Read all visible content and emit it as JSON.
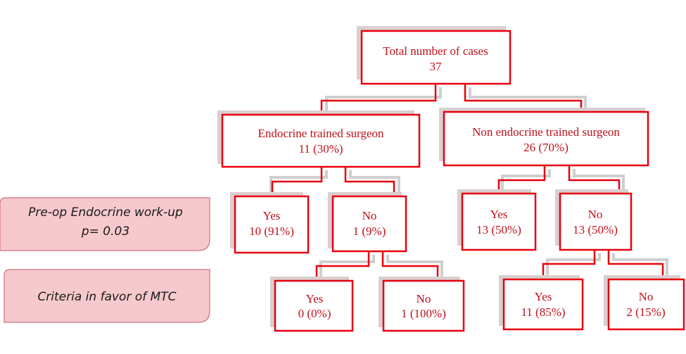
{
  "nodes": {
    "total": {
      "title": "Total number of cases",
      "value": "37"
    },
    "endocrine": {
      "title": "Endocrine trained surgeon",
      "value": "11 (30%)"
    },
    "non_endocrine": {
      "title": "Non endocrine trained surgeon",
      "value": "26 (70%)"
    },
    "endo_yes": {
      "title": "Yes",
      "value": "10 (91%)"
    },
    "endo_no": {
      "title": "No",
      "value": "1 (9%)"
    },
    "non_yes": {
      "title": "Yes",
      "value": "13 (50%)"
    },
    "non_no": {
      "title": "No",
      "value": "13 (50%)"
    },
    "endo_no_yes": {
      "title": "Yes",
      "value": "0 (0%)"
    },
    "endo_no_no": {
      "title": "No",
      "value": "1 (100%)"
    },
    "non_no_yes": {
      "title": "Yes",
      "value": "11 (85%)"
    },
    "non_no_no": {
      "title": "No",
      "value": "2 (15%)"
    }
  },
  "row_labels": {
    "preop": {
      "line1": "Pre-op Endocrine work-up",
      "line2": "p= 0.03"
    },
    "criteria": {
      "line1": "Criteria in favor of MTC"
    }
  },
  "colors": {
    "node_border": "#e8000e",
    "node_text": "#c0101a",
    "label_fill": "#f6c9cc"
  }
}
